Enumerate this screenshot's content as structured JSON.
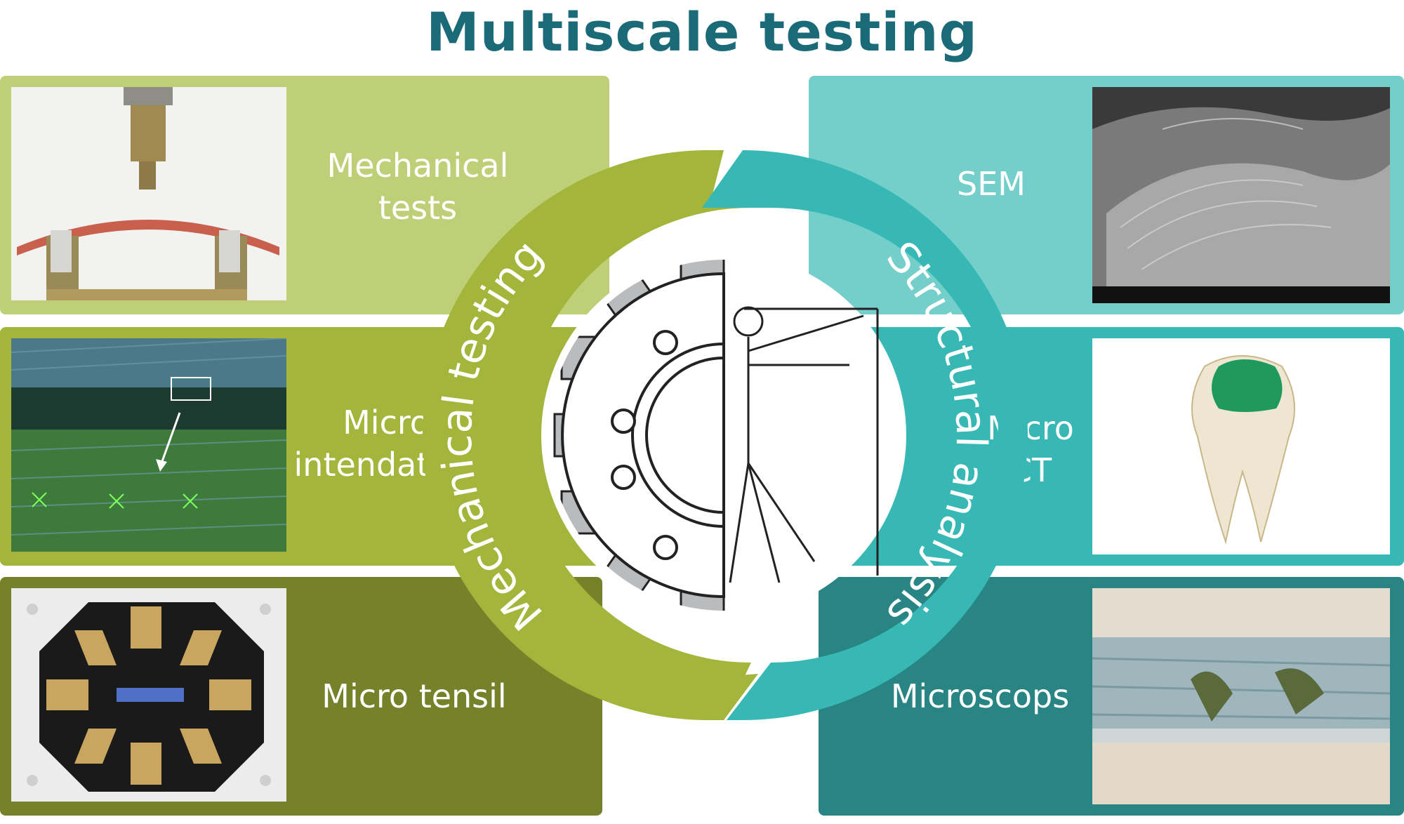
{
  "title": "Multiscale testing",
  "colors": {
    "title": "#1b6a78",
    "mech_light": "#bfcf78",
    "mech_mid": "#a3b53b",
    "mech_dark": "#75822a",
    "struct_light": "#74cfcb",
    "struct_mid": "#38b8b4",
    "struct_dark": "#288583"
  },
  "panels": {
    "mechanical_tests": {
      "line1": "Mechanical",
      "line2": "tests"
    },
    "micro_indentation": {
      "line1": "Micro",
      "line2": "intendation"
    },
    "micro_tensile": {
      "line1": "Micro tensil"
    },
    "sem": {
      "line1": "SEM"
    },
    "micro_ct": {
      "line1": "Micro",
      "line2": "CT"
    },
    "microscopes": {
      "line1": "Microscops"
    }
  },
  "ring": {
    "left_label": "Mechanical testing",
    "right_label": "Structural analysis"
  }
}
